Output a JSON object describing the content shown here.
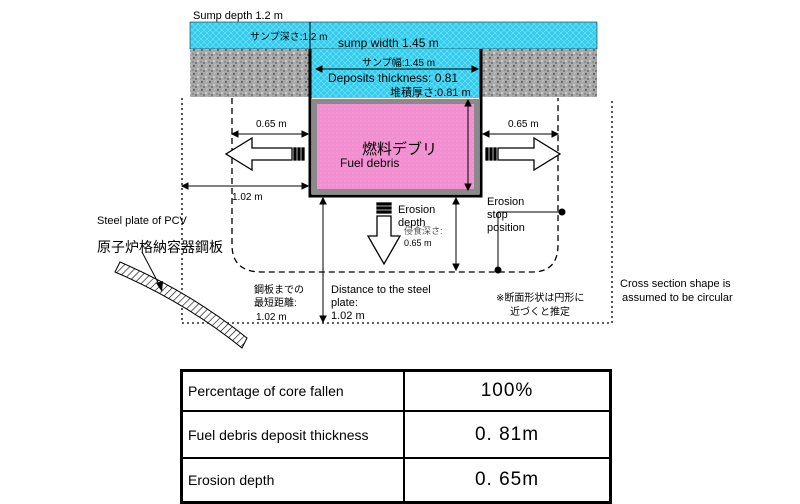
{
  "diagram": {
    "sump_depth_en": "Sump depth 1.2 m",
    "sump_depth_jp": "サンプ深さ:1.2 m",
    "sump_width_en": "sump width 1.45 m",
    "sump_width_jp": "サンプ幅:1.45 m",
    "deposits_en": "Deposits thickness: 0.81",
    "deposits_jp": "堆積厚さ:0.81 m",
    "left_dist_top": "0.65 m",
    "right_dist_top": "0.65 m",
    "left_dist_mid": "1.02 m",
    "fuel_debris_jp": "燃料デブリ",
    "fuel_debris_en": "Fuel debris",
    "erosion_depth_en_1": "Erosion",
    "erosion_depth_en_2": "depth",
    "erosion_depth_jp": "侵食深さ:",
    "erosion_depth_value": "0.65 m",
    "erosion_stop_1": "Erosion",
    "erosion_stop_2": "stop",
    "erosion_stop_3": "position",
    "steel_plate_en": "Steel plate of PCV",
    "steel_plate_jp": "原子炉格納容器鋼板",
    "min_dist_jp_1": "鋼板までの",
    "min_dist_jp_2": "最短距離:",
    "min_dist_value": "1.02 m",
    "dist_steel_en_1": "Distance to the steel",
    "dist_steel_en_2": "plate:",
    "dist_steel_en_3": "1.02 m",
    "cross_section_en_1": "Cross section shape is",
    "cross_section_en_2": "assumed to be circular",
    "cross_section_jp_1": "※断面形状は円形に",
    "cross_section_jp_2": "近づくと推定",
    "colors": {
      "water": "#33ccee",
      "concrete": "#a8a8a8",
      "fuel_debris": "#f28fd0",
      "debris_border": "#8a8a8a"
    }
  },
  "table": {
    "rows": [
      {
        "label": "Percentage of core fallen",
        "value": "100%"
      },
      {
        "label": "Fuel debris deposit thickness",
        "value": "0. 81m"
      },
      {
        "label": "Erosion depth",
        "value": "0. 65m"
      }
    ]
  }
}
